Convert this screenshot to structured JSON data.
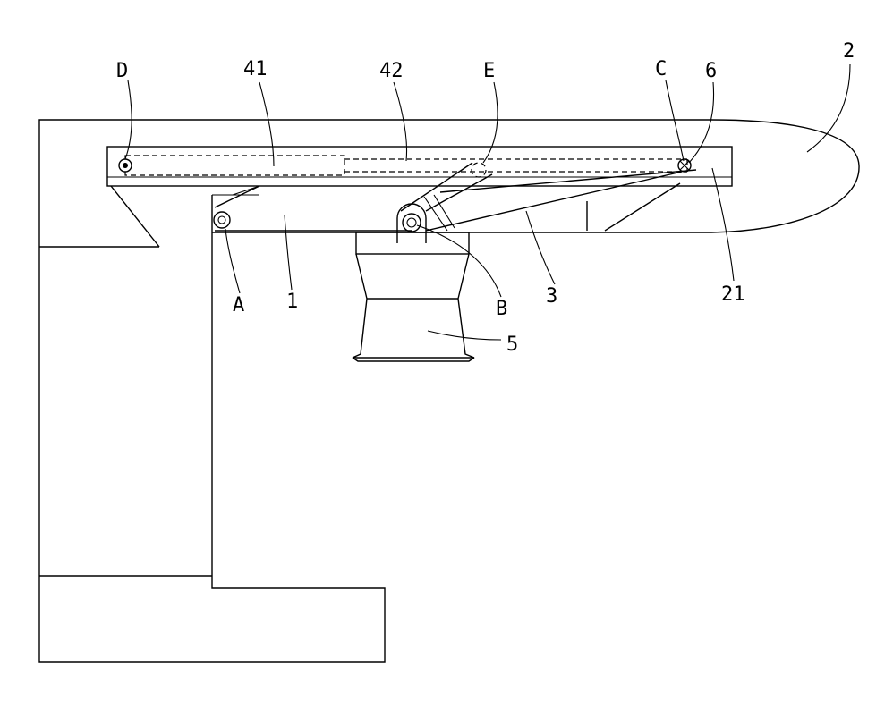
{
  "labels": {
    "D": "D",
    "n41": "41",
    "n42": "42",
    "E": "E",
    "C": "C",
    "n6": "6",
    "n2": "2",
    "n21": "21",
    "A": "A",
    "n1": "1",
    "B": "B",
    "n3": "3",
    "n5": "5"
  },
  "colors": {
    "line": "#000000",
    "background": "#ffffff"
  }
}
